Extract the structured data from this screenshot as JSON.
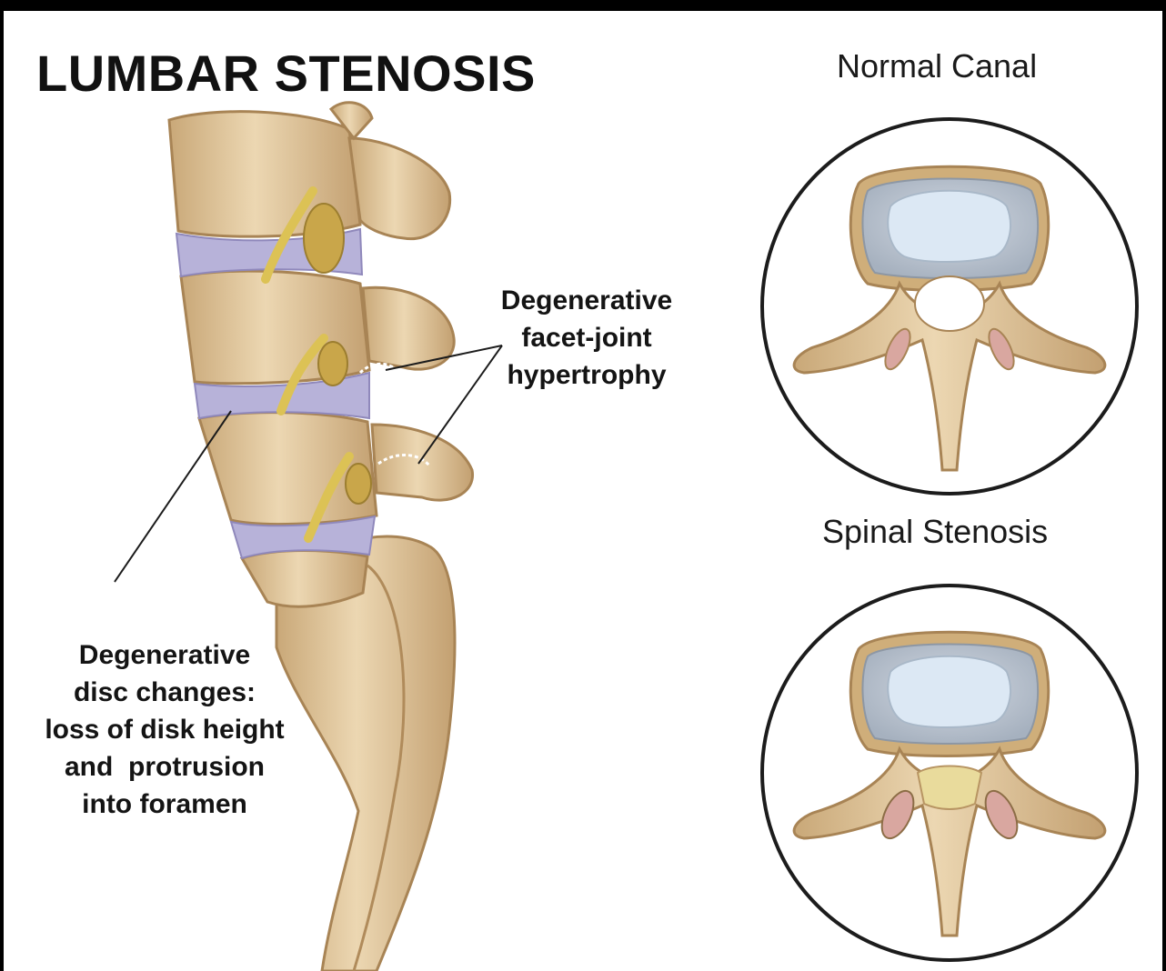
{
  "title": "LUMBAR STENOSIS",
  "views": {
    "normal": {
      "heading": "Normal Canal"
    },
    "stenosis": {
      "heading": "Spinal Stenosis"
    }
  },
  "callouts": {
    "facet": {
      "lines": [
        "Degenerative",
        "facet-joint",
        "hypertrophy"
      ]
    },
    "disc": {
      "lines": [
        "Degenerative",
        "disc changes:",
        "loss of disk height",
        "and  protrusion",
        "into foramen"
      ]
    }
  },
  "colors": {
    "bone": "#e2c9a0",
    "bone_dark": "#b89563",
    "disc": "#b7b2d9",
    "nerve": "#dcc255",
    "canal_disc": "#b4bfcc",
    "nucleus": "#dce8f4",
    "ligament": "#e9db9c"
  }
}
